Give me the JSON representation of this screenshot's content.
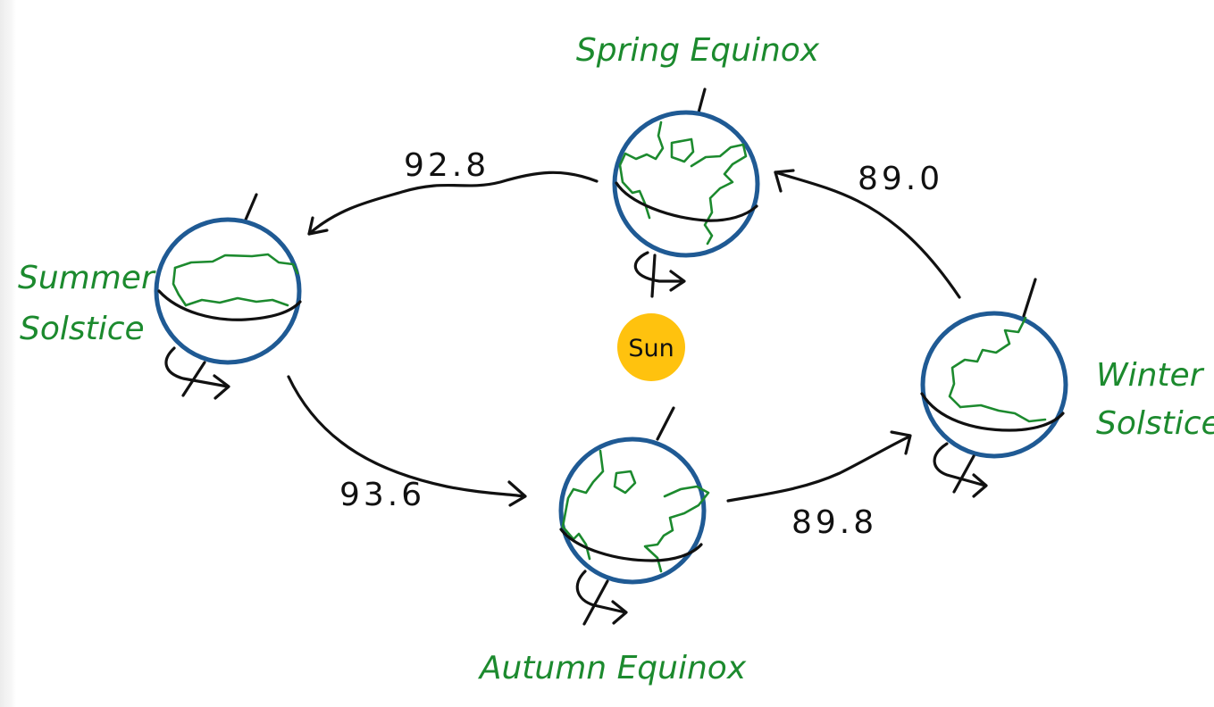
{
  "sun": {
    "label": "Sun",
    "color": "#FFC20E"
  },
  "colors": {
    "globe_outline": "#1F5A94",
    "land": "#1C8A2E",
    "ink": "#111111"
  },
  "positions": {
    "spring": {
      "label": "Spring Equinox"
    },
    "summer": {
      "label_line1": "Summer",
      "label_line2": "Solstice"
    },
    "autumn": {
      "label": "Autumn Equinox"
    },
    "winter": {
      "label_line1": "Winter",
      "label_line2": "Solstice"
    }
  },
  "durations": {
    "spring_to_summer": "92.8",
    "summer_to_autumn": "93.6",
    "autumn_to_winter": "89.8",
    "winter_to_spring": "89.0"
  }
}
